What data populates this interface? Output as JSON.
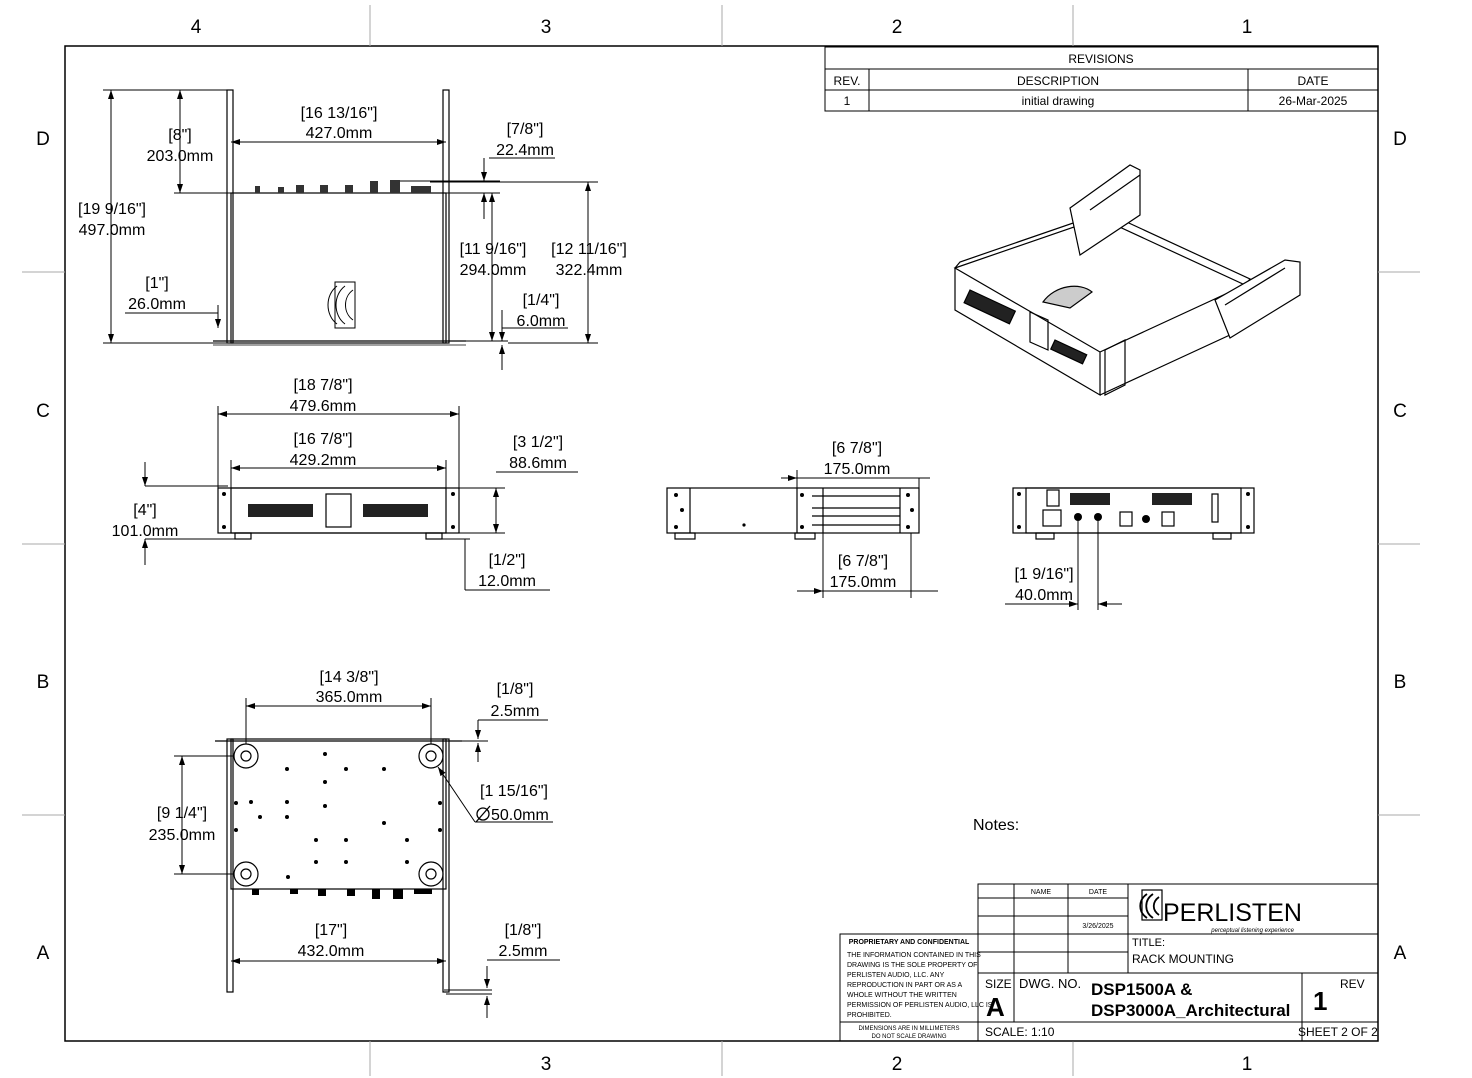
{
  "zones": {
    "columns": [
      "4",
      "3",
      "2",
      "1"
    ],
    "bottom_columns": [
      "3",
      "2",
      "1"
    ],
    "rows": [
      "D",
      "C",
      "B",
      "A"
    ]
  },
  "revisions": {
    "title": "REVISIONS",
    "headers": [
      "REV.",
      "DESCRIPTION",
      "DATE"
    ],
    "rows": [
      {
        "rev": "1",
        "description": "initial drawing",
        "date": "26-Mar-2025"
      }
    ]
  },
  "top_view": {
    "d1": [
      "[16 13/16\"]",
      "427.0mm"
    ],
    "d2": [
      "[8\"]",
      "203.0mm"
    ],
    "d3": [
      "[19 9/16\"]",
      "497.0mm"
    ],
    "d4": [
      "[7/8\"]",
      "22.4mm"
    ],
    "d5": [
      "[11 9/16\"]",
      "294.0mm"
    ],
    "d6": [
      "[12 11/16\"]",
      "322.4mm"
    ],
    "d7": [
      "[1\"]",
      "26.0mm"
    ],
    "d8": [
      "[1/4\"]",
      "6.0mm"
    ]
  },
  "front_view": {
    "d1": [
      "[18 7/8\"]",
      "479.6mm"
    ],
    "d2": [
      "[16 7/8\"]",
      "429.2mm"
    ],
    "d3": [
      "[3 1/2\"]",
      "88.6mm"
    ],
    "d4": [
      "[4\"]",
      "101.0mm"
    ],
    "d5": [
      "[1/2\"]",
      "12.0mm"
    ]
  },
  "side_view": {
    "d1": [
      "[6 7/8\"]",
      "175.0mm"
    ],
    "d2": [
      "[6 7/8\"]",
      "175.0mm"
    ]
  },
  "rear_view": {
    "d1": [
      "[1 9/16\"]",
      "40.0mm"
    ]
  },
  "bottom_view": {
    "d1": [
      "[14 3/8\"]",
      "365.0mm"
    ],
    "d2": [
      "[1/8\"]",
      "2.5mm"
    ],
    "d3": [
      "[9 1/4\"]",
      "235.0mm"
    ],
    "d4": [
      "[1 15/16\"]",
      "50.0mm"
    ],
    "d5": [
      "[17\"]",
      "432.0mm"
    ],
    "d6": [
      "[1/8\"]",
      "2.5mm"
    ]
  },
  "notes_label": "Notes:",
  "title_block": {
    "name_header": "NAME",
    "date_header": "DATE",
    "date_value": "3/26/2025",
    "company": "PERLISTEN",
    "tagline": "perceptual listening experience",
    "title_label": "TITLE:",
    "title_value": "RACK MOUNTING",
    "confidential_heading": "PROPRIETARY AND CONFIDENTIAL",
    "confidential_lines": [
      "THE INFORMATION CONTAINED IN THIS",
      "DRAWING IS THE SOLE PROPERTY OF",
      "PERLISTEN AUDIO, LLC.  ANY",
      "REPRODUCTION IN PART OR AS A",
      "WHOLE WITHOUT THE WRITTEN",
      "PERMISSION OF PERLISTEN AUDIO, LLC IS",
      "PROHIBITED."
    ],
    "units_lines": [
      "DIMENSIONS ARE IN MILLIMETERS",
      "DO NOT SCALE DRAWING"
    ],
    "size_label": "SIZE",
    "size_value": "A",
    "dwg_label": "DWG.  NO.",
    "dwg_line1": "DSP1500A &",
    "dwg_line2": "DSP3000A_Architectural",
    "rev_label": "REV",
    "rev_value": "1",
    "scale": "SCALE: 1:10",
    "sheet": "SHEET 2 OF 2"
  }
}
